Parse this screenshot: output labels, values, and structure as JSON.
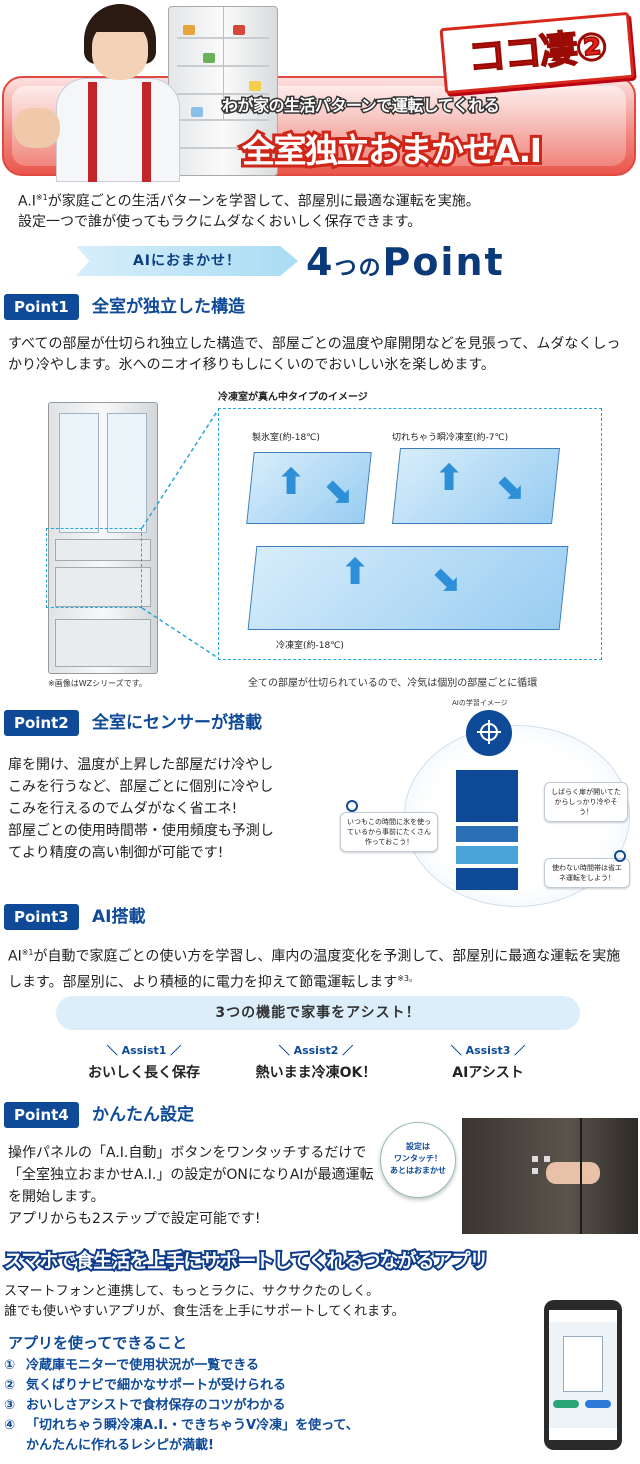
{
  "hero": {
    "subtitle": "わが家の生活パターンで運転してくれる",
    "title": "全室独立おまかせA.I",
    "badge": "ココ凄②"
  },
  "intro": {
    "line1_pre": "A.I",
    "line1_sup": "※1",
    "line1_post": "が家庭ごとの生活パターンを学習して、部屋別に最適な運転を実施。",
    "line2": "設定一つで誰が使ってもラクにムダなくおいしく保存できます。"
  },
  "ai_banner": {
    "pill": "AIにおまかせ！",
    "heading_main": "4",
    "heading_small": "つの",
    "heading_tail": "Point"
  },
  "point1": {
    "label": "Point1",
    "title": "全室が独立した構造",
    "text": "すべての部屋が仕切られ独立した構造で、部屋ごとの温度や扉開閉などを見張って、ムダなくしっかり冷やします。氷へのニオイ移りもしにくいのでおいしい氷を楽しめます。",
    "diagram_caption": "冷凍室が真ん中タイプのイメージ",
    "room1": "製氷室(約-18℃)",
    "room2": "切れちゃう瞬冷凍室(約-7℃)",
    "room3": "冷凍室(約-18℃)",
    "image_note": "※画像はWZシリーズです。",
    "circulation_note": "全ての部屋が仕切られているので、冷気は個別の部屋ごとに循環"
  },
  "point2": {
    "label": "Point2",
    "title": "全室にセンサーが搭載",
    "text1": "扉を開け、温度が上昇した部屋だけ冷やしこみを行うなど、部屋ごとに個別に冷やしこみを行えるのでムダがなく省エネ!",
    "text2": "部屋ごとの使用時間帯・使用頻度も予測してより精度の高い制御が可能です!",
    "learn_label": "AIの学習イメージ",
    "bubble_left": "いつもこの時間に氷を使っているから事前にたくさん作っておこう！",
    "bubble_right_top": "しばらく扉が開いてたからしっかり冷やそう！",
    "bubble_right_bottom": "使わない時間帯は省エネ運転をしよう！"
  },
  "point3": {
    "label": "Point3",
    "title": "AI搭載",
    "text_pre": "AI",
    "text_sup1": "※1",
    "text_mid": "が自動で家庭ごとの使い方を学習し、庫内の温度変化を予測して、部屋別に最適な運転を実施します。部屋別に、より積極的に電力を抑えて節電運転します",
    "text_sup2": "※3。",
    "assist_bar": "3つの機能で家事をアシスト！",
    "assists": [
      {
        "tag": "＼ Assist1 ／",
        "name": "おいしく長く保存"
      },
      {
        "tag": "＼ Assist2 ／",
        "name": "熱いまま冷凍OK！"
      },
      {
        "tag": "＼ Assist3 ／",
        "name": "AIアシスト"
      }
    ]
  },
  "point4": {
    "label": "Point4",
    "title": "かんたん設定",
    "text": "操作パネルの「A.I.自動」ボタンをワンタッチするだけで「全室独立おまかせA.I.」の設定がONになりAIが最適運転を開始します。",
    "text2": "アプリからも2ステップで設定可能です!",
    "bubble_l1": "設定は",
    "bubble_l2": "ワンタッチ！",
    "bubble_l3": "あとはおまかせ"
  },
  "app": {
    "heading": "スマホで食生活を上手にサポートしてくれるつながるアプリ",
    "desc1": "スマートフォンと連携して、もっとラクに、サクサクたのしく。",
    "desc2": "誰でも使いやすいアプリが、食生活を上手にサポートしてくれます。",
    "subheading": "アプリを使ってできること",
    "items": [
      {
        "n": "①",
        "text": "冷蔵庫モニターで使用状況が一覧できる"
      },
      {
        "n": "②",
        "text": "気くばりナビで細かなサポートが受けられる"
      },
      {
        "n": "③",
        "text": "おいしさアシストで食材保存のコツがわかる"
      },
      {
        "n": "④",
        "text": "「切れちゃう瞬冷凍A.I.・できちゃうV冷凍」を使って、かんたんに作れるレシピが満載!"
      }
    ]
  },
  "colors": {
    "navy": "#0e4a98",
    "red": "#e2221a",
    "sky": "#dceef9"
  }
}
